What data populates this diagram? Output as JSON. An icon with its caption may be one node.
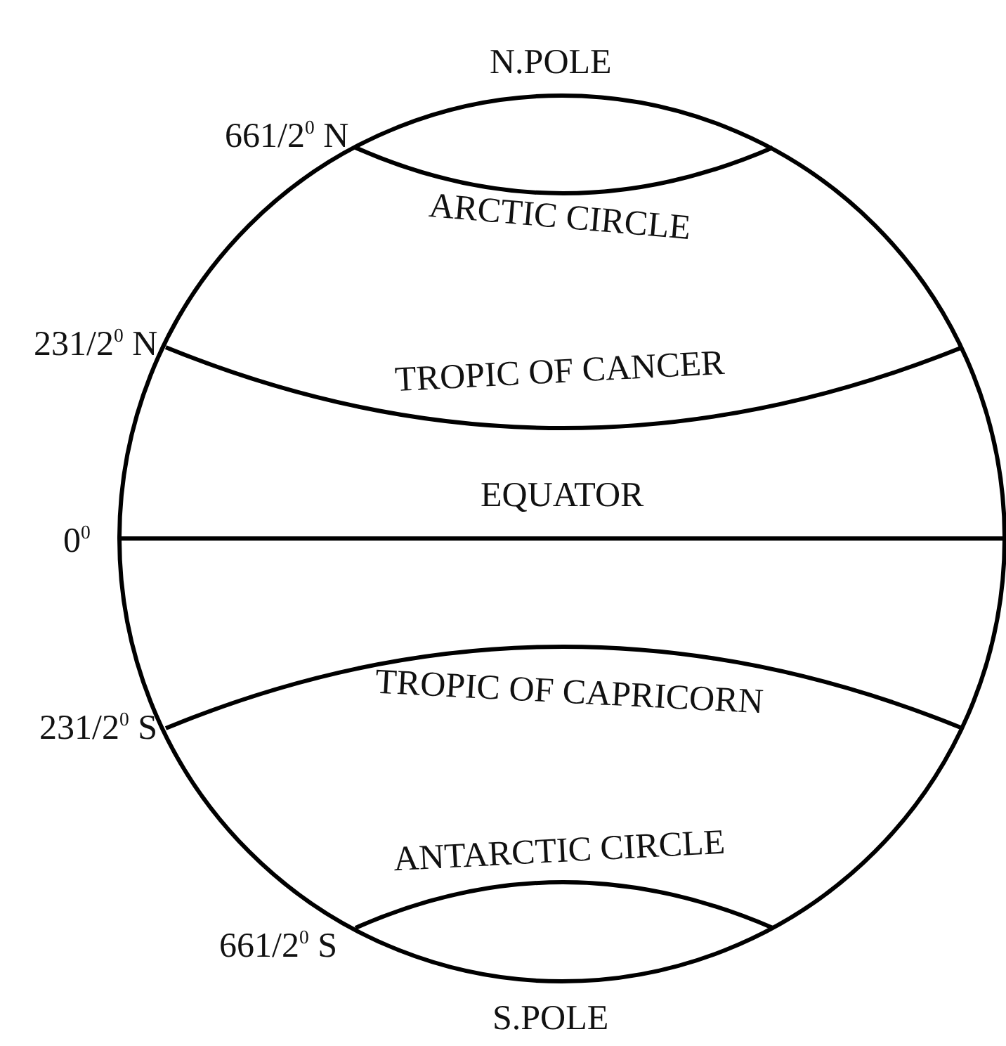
{
  "diagram": {
    "labels": [
      "N.POLE",
      "661/2$^{0}$ N",
      "ARCTIC CIRCLE",
      "231/2$^{0}$ N",
      "TROPIC OF CANCER",
      "EQUATOR",
      "0$^{0}$",
      "231/2$^{0}$ S",
      "TROPIC OF CAPRICORN",
      "ANTARCTIC CIRCLE",
      "661/2$^{0}$ S",
      "S.POLE"
    ]
  }
}
